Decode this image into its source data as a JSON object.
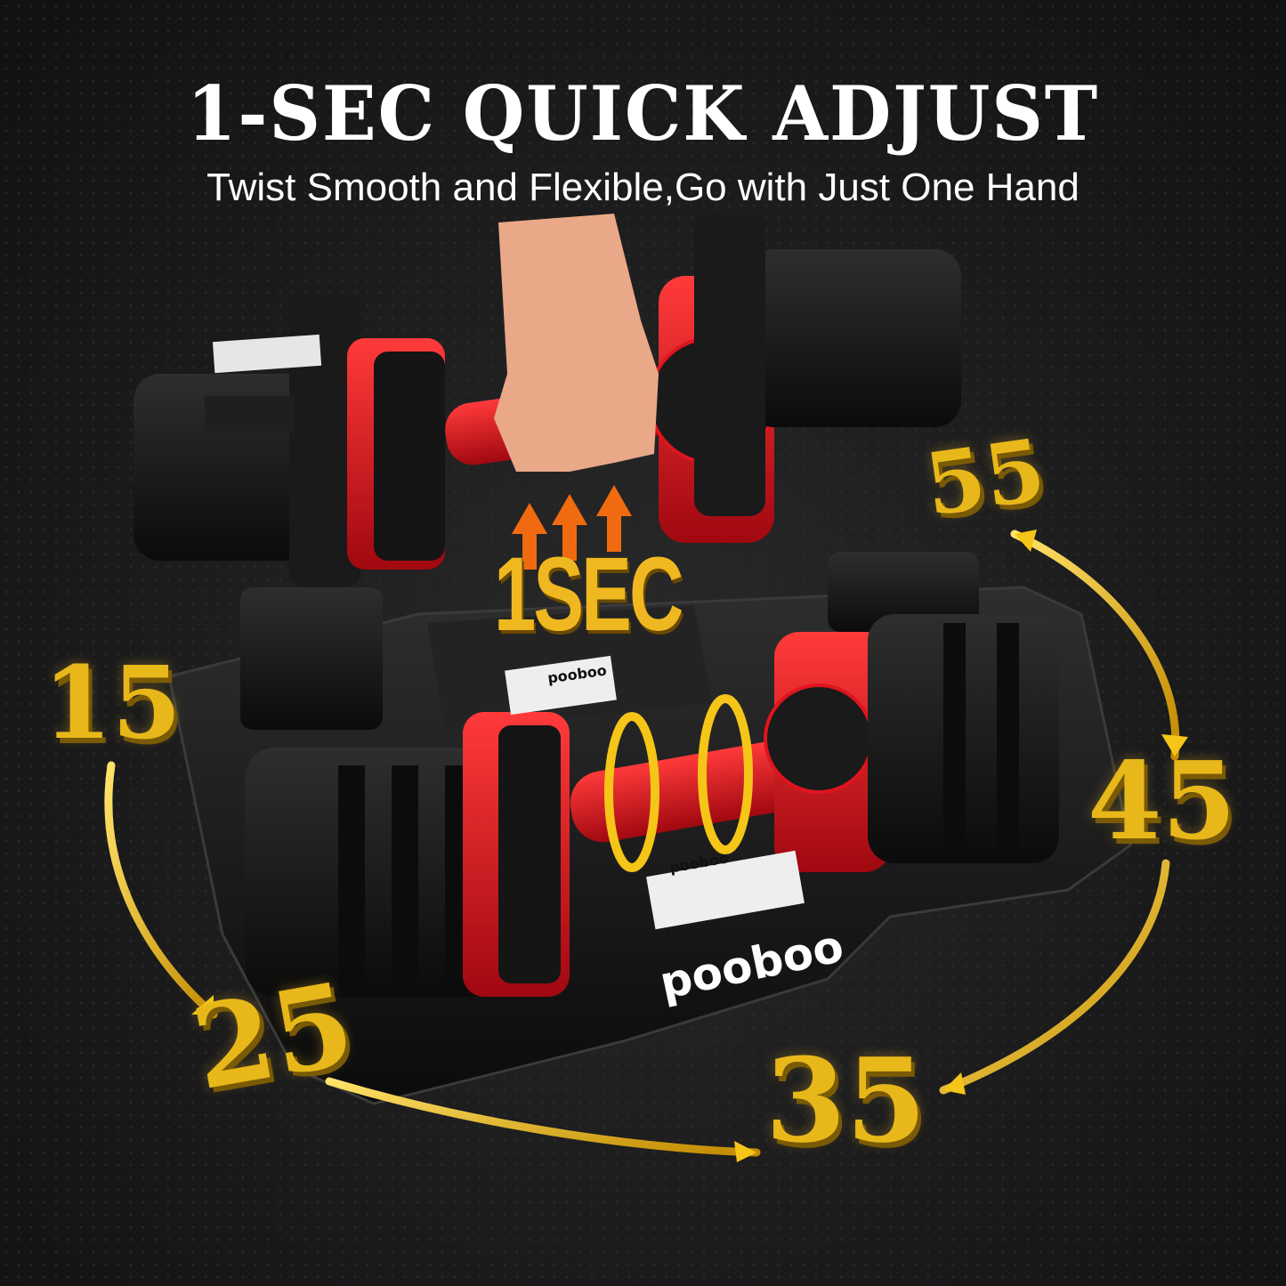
{
  "header": {
    "title": "1-SEC QUICK ADJUST",
    "subtitle": "Twist Smooth and Flexible,Go with Just One Hand"
  },
  "badge": {
    "label": "1SEC"
  },
  "weight_settings": [
    "15",
    "25",
    "35",
    "45",
    "55"
  ],
  "brand": {
    "logo": "pooboo",
    "label_tag": "pooboo"
  },
  "colors": {
    "background": "#1b1b1c",
    "accent_yellow": "#e8b81a",
    "dumbbell_red": "#e0141e",
    "dumbbell_black": "#141414"
  }
}
